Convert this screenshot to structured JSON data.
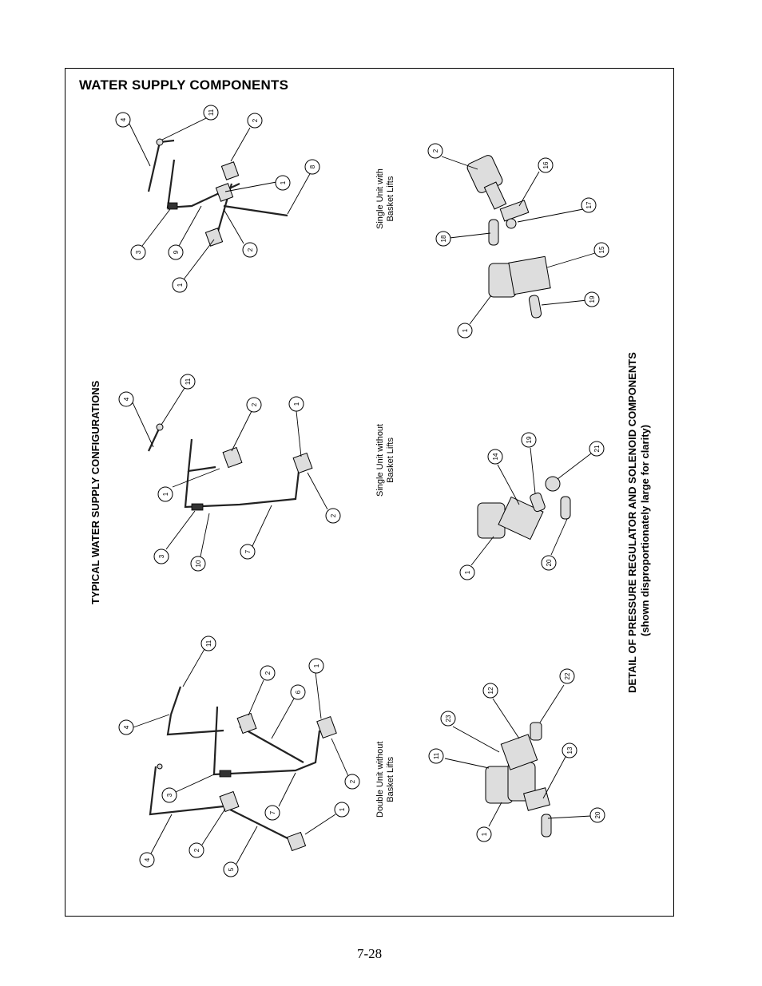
{
  "title": "WATER SUPPLY COMPONENTS",
  "typical_heading": "TYPICAL WATER SUPPLY CONFIGURATIONS",
  "detail_heading": {
    "line1": "DETAIL OF PRESSURE REGULATOR AND SOLENOID COMPONENTS",
    "line2": "(shown disproportionately large for clarity)"
  },
  "configurations": [
    {
      "line1": "Single Unit with",
      "line2": "Basket Lifts"
    },
    {
      "line1": "Single Unit without",
      "line2": "Basket Lifts"
    },
    {
      "line1": "Double Unit without",
      "line2": "Basket Lifts"
    }
  ],
  "callouts": {
    "a1": "4",
    "a2": "11",
    "a3": "2",
    "a4": "8",
    "a5": "1",
    "a6": "3",
    "a7": "9",
    "a8": "2",
    "a9": "1",
    "b1": "4",
    "b2": "11",
    "b3": "2",
    "b4": "1",
    "b5": "1",
    "b6": "3",
    "b7": "10",
    "b8": "7",
    "b9": "2",
    "c1": "11",
    "c2": "2",
    "c3": "1",
    "c4": "6",
    "c5": "4",
    "c6": "3",
    "c7": "7",
    "c8": "2",
    "c9": "1",
    "c10": "4",
    "c11": "2",
    "c12": "5",
    "d1": "2",
    "d2": "16",
    "d3": "17",
    "d4": "18",
    "d5": "15",
    "d6": "19",
    "d7": "1",
    "e1": "14",
    "e2": "19",
    "e3": "21",
    "e4": "1",
    "e5": "20",
    "f1": "12",
    "f2": "23",
    "f3": "22",
    "f4": "11",
    "f5": "13",
    "f6": "1",
    "f7": "20"
  },
  "page_number": "7-28"
}
